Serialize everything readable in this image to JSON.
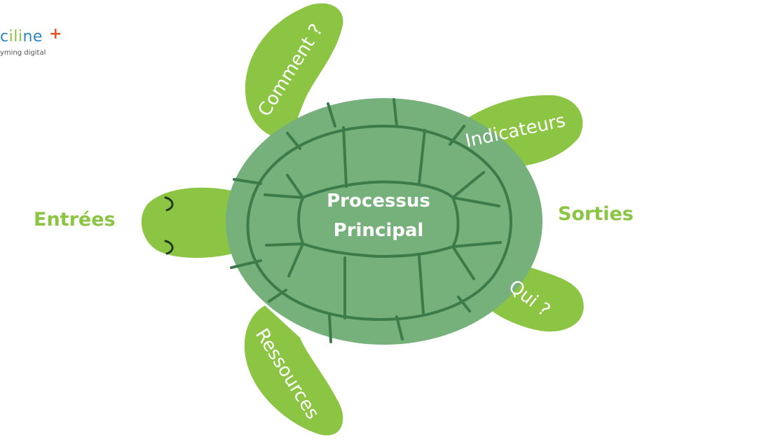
{
  "logo": {
    "word_blue": "c",
    "word_green": "ili",
    "word_blue2": "ne",
    "plus": "+",
    "tagline": "yming digital"
  },
  "labels": {
    "left": "Entrées",
    "right": "Sorties"
  },
  "center": {
    "line1": "Processus",
    "line2": "Principal"
  },
  "flippers": {
    "top_left": "Comment ?",
    "top_right": "Indicateurs",
    "bottom_right": "Qui ?",
    "bottom_left": "Ressources"
  },
  "colors": {
    "flipper": "#8cc544",
    "shell": "#76b07b",
    "shell_lines": "#3c7b4a",
    "label": "#8cc544",
    "logo_blue": "#2e86c1",
    "logo_red": "#e8542e"
  }
}
